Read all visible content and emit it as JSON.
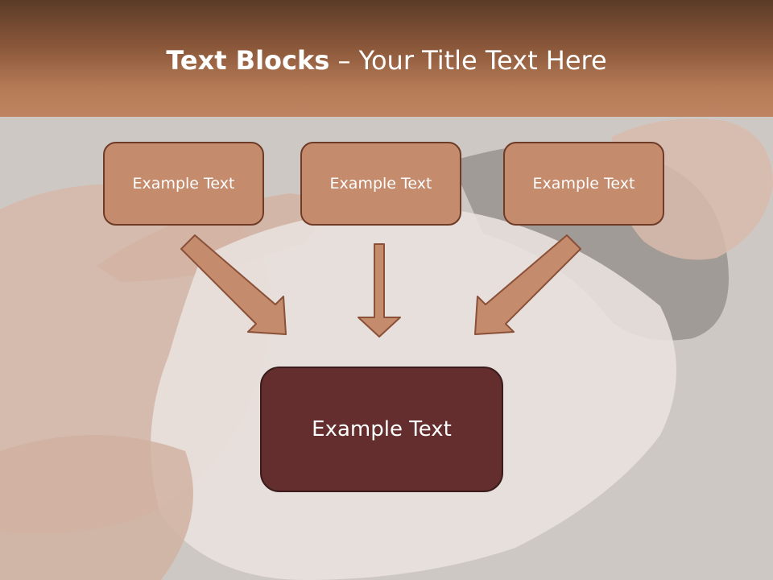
{
  "slide": {
    "title_bold": "Text Blocks",
    "title_rest": "– Your Title Text Here",
    "boxes": [
      "Example Text",
      "Example Text",
      "Example Text"
    ],
    "main_box": "Example Text"
  },
  "colors": {
    "header_top": "#5a3b27",
    "header_bottom": "#be8562",
    "small_box_fill": "#c58b6d",
    "small_box_border": "#6e3b27",
    "main_box_fill": "#642e2e",
    "arrow_fill": "#c58b6d",
    "arrow_stroke": "#8a5038",
    "background": "#c9c4c1"
  }
}
